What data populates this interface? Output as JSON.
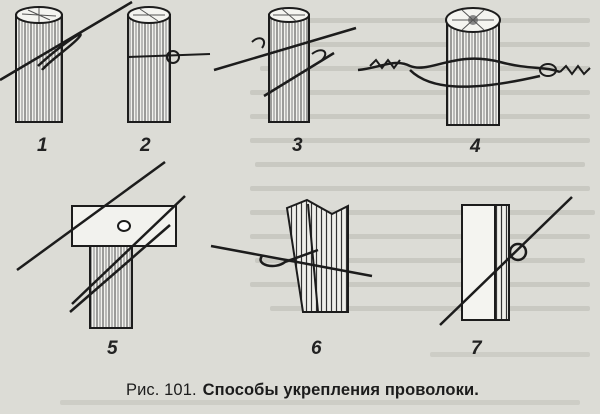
{
  "figure": {
    "labels": [
      "1",
      "2",
      "3",
      "4",
      "5",
      "6",
      "7"
    ],
    "caption_prefix": "Рис. 101.",
    "caption_text": "Способы укрепления проволоки."
  }
}
